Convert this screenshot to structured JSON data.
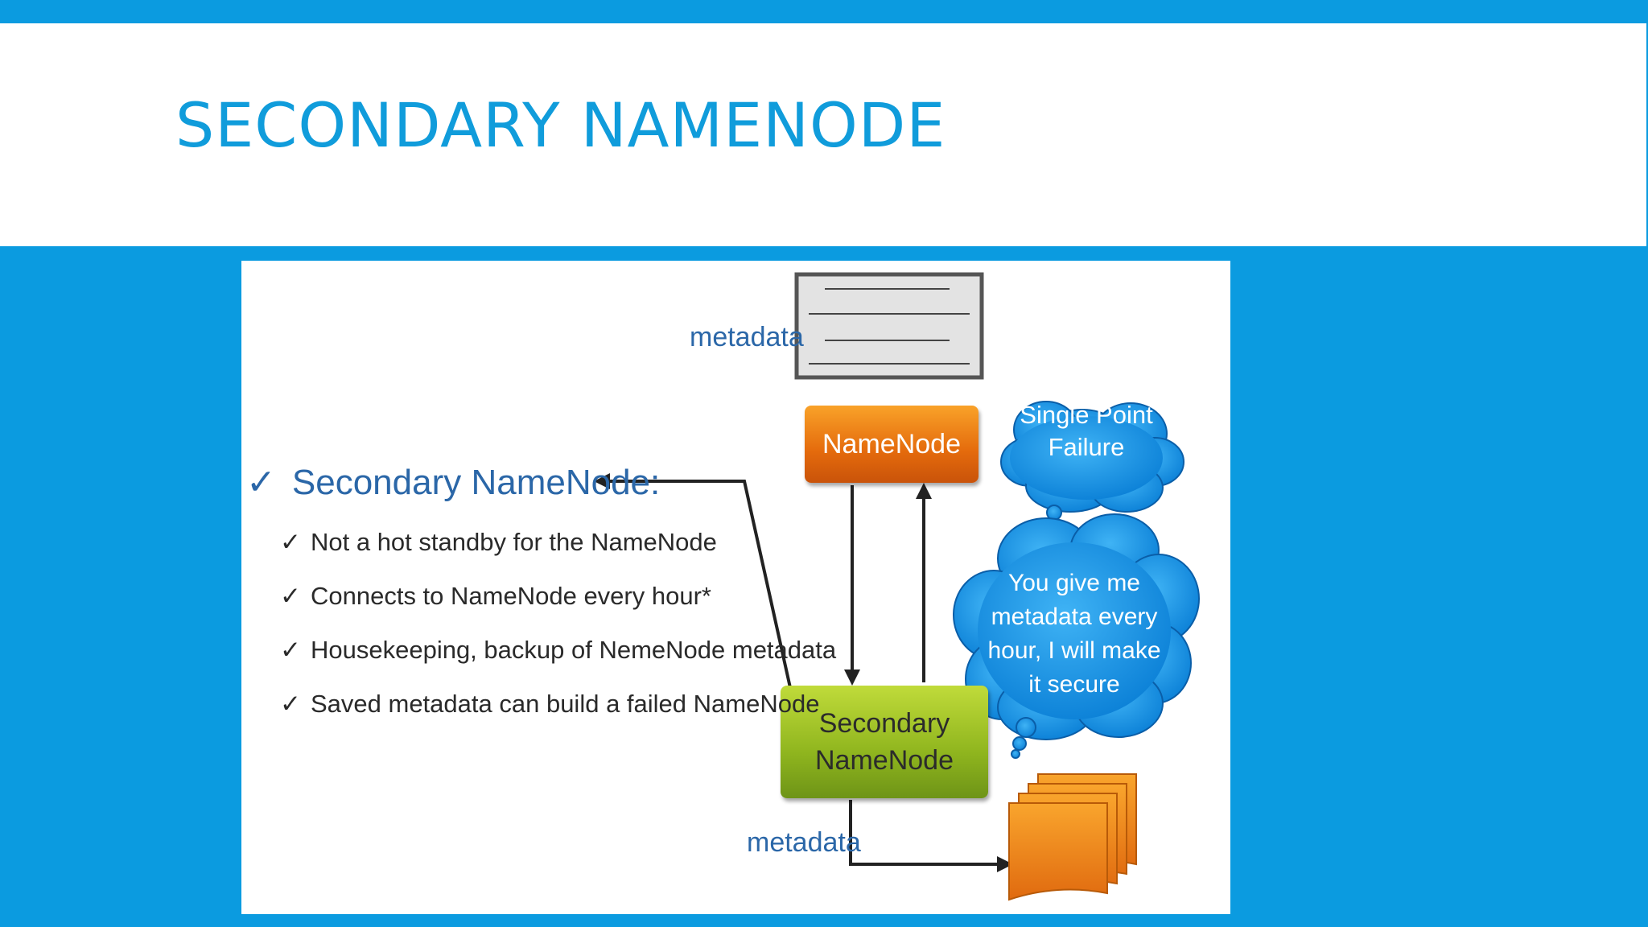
{
  "slide": {
    "title": "SECONDARY NAMENODE"
  },
  "diagram": {
    "metadata_top_label": "metadata",
    "metadata_bottom_label": "metadata",
    "namenode_label": "NameNode",
    "secondary_namenode_label": "Secondary\nNameNode",
    "cloud_top_text": "Single Point\nFailure",
    "cloud_bottom_text": "You give me\nmetadata every\nhour, I will make\nit secure",
    "heading": "Secondary NameNode:",
    "bullets": [
      "Not a hot standby for the NameNode",
      "Connects to NameNode every hour*",
      "Housekeeping, backup of NemeNode metadata",
      "Saved metadata can build a failed NameNode"
    ],
    "check_glyph": "✓",
    "colors": {
      "background": "#0b9be0",
      "title": "#109cdb",
      "namenode": "#e46a0c",
      "secondary_namenode": "#8fb51e",
      "cloud": "#0f8de0",
      "label_blue": "#2b67a8"
    }
  }
}
